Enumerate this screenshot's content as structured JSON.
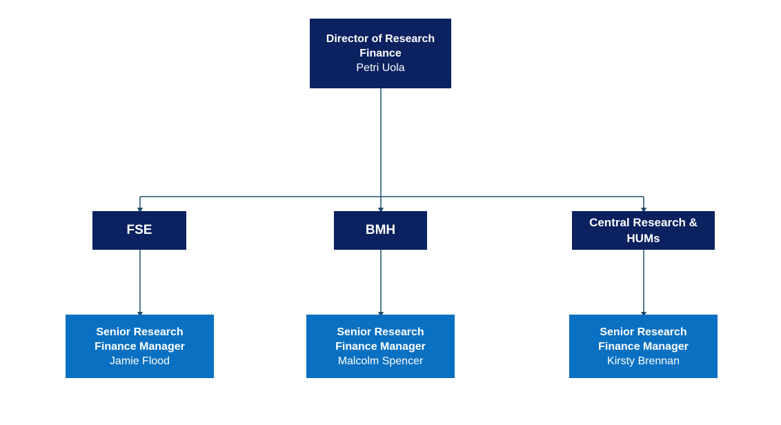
{
  "director": {
    "title_line1": "Director of Research",
    "title_line2": "Finance",
    "name": "Petri Uola"
  },
  "groups": [
    {
      "label": "FSE",
      "manager": {
        "title_line1": "Senior Research",
        "title_line2": "Finance Manager",
        "name": "Jamie Flood"
      }
    },
    {
      "label": "BMH",
      "manager": {
        "title_line1": "Senior Research",
        "title_line2": "Finance Manager",
        "name": "Malcolm Spencer"
      }
    },
    {
      "label_line1": "Central Research &",
      "label_line2": "HUMs",
      "manager": {
        "title_line1": "Senior Research",
        "title_line2": "Finance Manager",
        "name": "Kirsty Brennan"
      }
    }
  ],
  "colors": {
    "dark_box": "#0b2160",
    "light_box": "#0a70c2",
    "connector": "#1f4e6e"
  }
}
